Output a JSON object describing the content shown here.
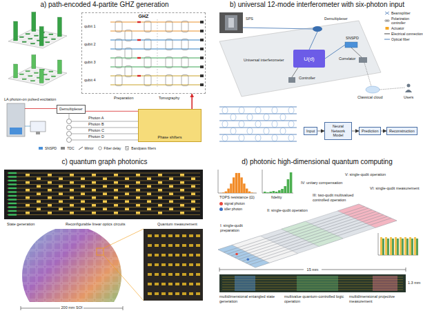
{
  "diagram": {
    "nodes": [
      {
        "text": [
          "a) path-encoded 4-partite GHZ generation"
        ]
      },
      {
        "text": [
          "GHZ"
        ],
        "in": 0
      },
      {
        "text": [
          "Demultiplexer"
        ],
        "in": 0
      },
      {
        "text": [
          "Phase shifters"
        ],
        "in": 0
      },
      {
        "text": [
          "b) universal 12-mode interferometer with six-photon input"
        ]
      },
      {
        "text": [
          "U(d)"
        ],
        "in": 4
      },
      {
        "text": [
          "Input"
        ],
        "in": 4
      },
      {
        "text": [
          "Neural Network Model"
        ],
        "in": 4
      },
      {
        "text": [
          "Prediction"
        ],
        "in": 4
      },
      {
        "text": [
          "Reconstruction"
        ],
        "in": 4
      },
      {
        "text": [
          "c) quantum graph photonics"
        ]
      },
      {
        "text": [
          "d) photonic high-dimensional quantum computing"
        ]
      }
    ],
    "edges": [
      {
        "from": 2,
        "to": 3,
        "arrow": "none"
      },
      {
        "from": 3,
        "to": 1,
        "arrow": "to"
      },
      {
        "from": 6,
        "to": 7,
        "arrow": "to"
      },
      {
        "from": 7,
        "to": 8,
        "arrow": "to"
      },
      {
        "from": 8,
        "to": 9,
        "arrow": "to"
      }
    ],
    "labels": [
      "qubit 1",
      "qubit 2",
      "qubit 3",
      "qubit 4",
      "Preparation",
      "Tomography",
      "LA photon-on pulsed excitation",
      "Photon A",
      "Photon B",
      "Photon C",
      "Photon D",
      "SPS",
      "Demultiplexer",
      "Universal interferometer",
      "Controller",
      "SNSPD",
      "Correlator",
      "Classical cloud",
      "Users",
      "State generation",
      "Reconfigurable linear optics circuits",
      "Quantum measurement",
      "200 mm SOI",
      "TOPS resistance (Ω)",
      "fidelity",
      "I: single-qudit preparation",
      "II: single-qudit operation",
      "III: two-qudit multivalued controlled operation",
      "IV: unitary compensation",
      "V: single-qudit operation",
      "VI: single-qudit measurement",
      "15 mm",
      "1.3 mm",
      "multidimensional entangled state generation",
      "multivalue quantum-controlled logic operation",
      "multidimensional projective measurement"
    ],
    "legend": [
      {
        "text": "SNSPD"
      },
      {
        "text": "TDC"
      },
      {
        "text": "Mirror"
      },
      {
        "text": "Fiber delay"
      },
      {
        "text": "Bandpass filters"
      },
      {
        "text": "Beamsplitter"
      },
      {
        "text": "Polarization controller"
      },
      {
        "text": "Actuator"
      },
      {
        "text": "Electrical connection"
      },
      {
        "text": "Optical fiber"
      },
      {
        "text": "signal photon",
        "color": "#e8463c"
      },
      {
        "text": "idler photon",
        "color": "#3b6fc4"
      }
    ]
  }
}
